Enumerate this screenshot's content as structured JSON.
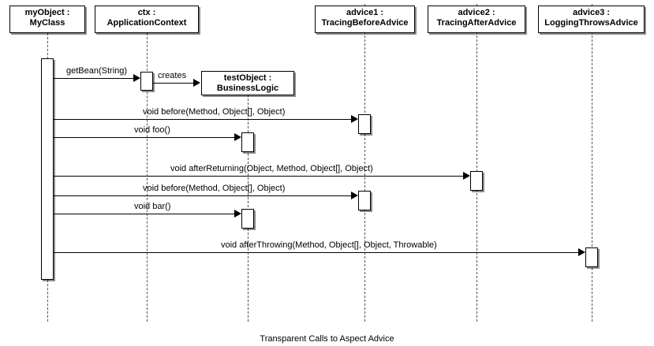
{
  "diagram": {
    "caption": "Transparent Calls to Aspect Advice",
    "lifelines": [
      {
        "name": "myObject",
        "type": "MyClass",
        "line1": "myObject :",
        "line2": "MyClass"
      },
      {
        "name": "ctx",
        "type": "ApplicationContext",
        "line1": "ctx :",
        "line2": "ApplicationContext"
      },
      {
        "name": "testObject",
        "type": "BusinessLogic",
        "line1": "testObject :",
        "line2": "BusinessLogic"
      },
      {
        "name": "advice1",
        "type": "TracingBeforeAdvice",
        "line1": "advice1 :",
        "line2": "TracingBeforeAdvice"
      },
      {
        "name": "advice2",
        "type": "TracingAfterAdvice",
        "line1": "advice2 :",
        "line2": "TracingAfterAdvice"
      },
      {
        "name": "advice3",
        "type": "LoggingThrowsAdvice",
        "line1": "advice3 :",
        "line2": "LoggingThrowsAdvice"
      }
    ],
    "messages": [
      {
        "label": "getBean(String)"
      },
      {
        "label": "creates"
      },
      {
        "label": "void before(Method, Object[], Object)"
      },
      {
        "label": "void foo()"
      },
      {
        "label": "void afterReturning(Object, Method, Object[], Object)"
      },
      {
        "label": "void before(Method, Object[], Object)"
      },
      {
        "label": "void bar()"
      },
      {
        "label": "void afterThrowing(Method, Object[], Object, Throwable)"
      }
    ]
  }
}
